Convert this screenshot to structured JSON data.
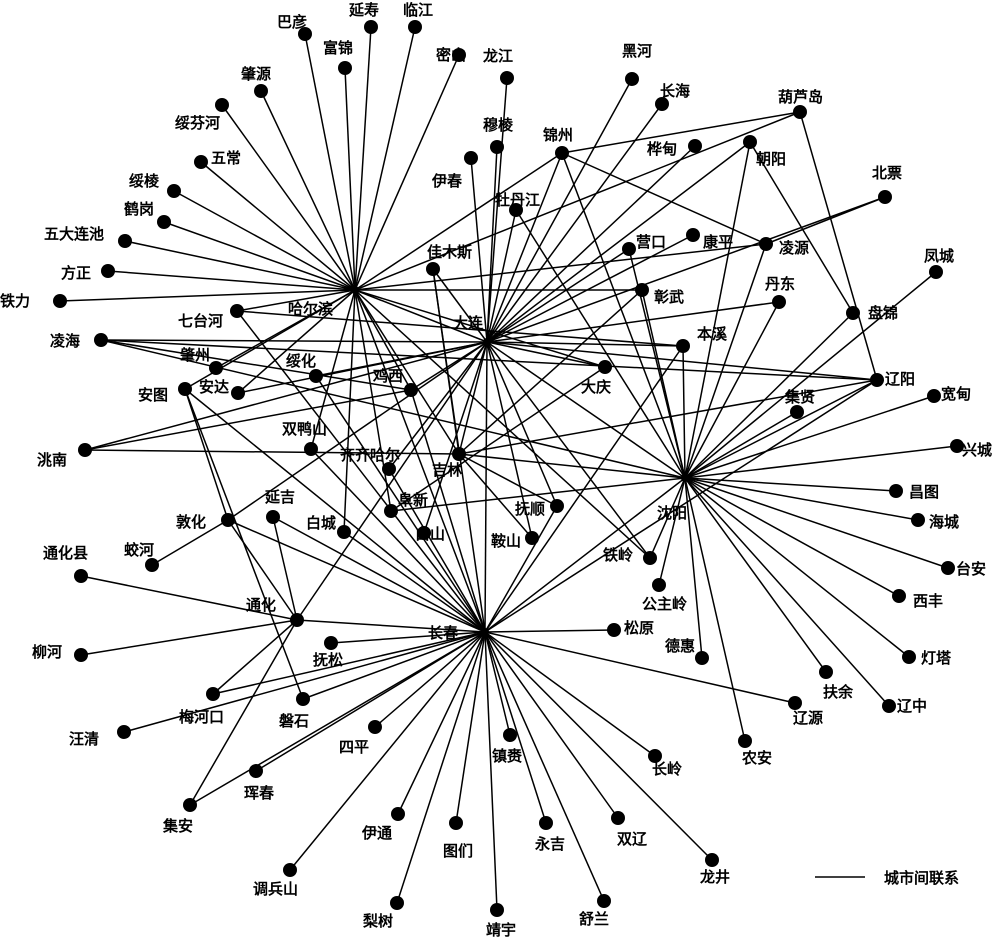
{
  "legend": {
    "label": "城市间联系"
  },
  "cities": [
    {
      "id": "harbin",
      "name": "哈尔滨"
    },
    {
      "id": "dalian",
      "name": "大连"
    },
    {
      "id": "shenyang",
      "name": "沈阳"
    },
    {
      "id": "changchun",
      "name": "长春"
    },
    {
      "id": "bayan",
      "name": "巴彦"
    },
    {
      "id": "yanshou",
      "name": "延寿"
    },
    {
      "id": "linjiang",
      "name": "临江"
    },
    {
      "id": "fujin",
      "name": "富锦"
    },
    {
      "id": "zhaoyuan",
      "name": "肇源"
    },
    {
      "id": "mishan",
      "name": "密山"
    },
    {
      "id": "longjiang",
      "name": "龙江"
    },
    {
      "id": "heihe",
      "name": "黑河"
    },
    {
      "id": "changhai",
      "name": "长海"
    },
    {
      "id": "huludao",
      "name": "葫芦岛"
    },
    {
      "id": "suifenhe",
      "name": "绥芬河"
    },
    {
      "id": "wuchang",
      "name": "五常"
    },
    {
      "id": "suiling",
      "name": "绥棱"
    },
    {
      "id": "hegang",
      "name": "鹤岗"
    },
    {
      "id": "wudalianchi",
      "name": "五大连池"
    },
    {
      "id": "fangzheng",
      "name": "方正"
    },
    {
      "id": "tieli",
      "name": "铁力"
    },
    {
      "id": "yichun",
      "name": "伊春"
    },
    {
      "id": "muling",
      "name": "穆棱"
    },
    {
      "id": "jinzhou",
      "name": "锦州"
    },
    {
      "id": "huadian",
      "name": "桦甸"
    },
    {
      "id": "chaoyang",
      "name": "朝阳"
    },
    {
      "id": "mudanjiang",
      "name": "牡丹江"
    },
    {
      "id": "beipiao",
      "name": "北票"
    },
    {
      "id": "yingkou",
      "name": "营口"
    },
    {
      "id": "kangping",
      "name": "康平"
    },
    {
      "id": "lingyuan",
      "name": "凌源"
    },
    {
      "id": "jiamusi",
      "name": "佳木斯"
    },
    {
      "id": "fengcheng",
      "name": "凤城"
    },
    {
      "id": "zhangwu",
      "name": "彰武"
    },
    {
      "id": "dandong",
      "name": "丹东"
    },
    {
      "id": "qitaihe",
      "name": "七台河"
    },
    {
      "id": "panjin",
      "name": "盘锦"
    },
    {
      "id": "linghai",
      "name": "凌海"
    },
    {
      "id": "benxi",
      "name": "本溪"
    },
    {
      "id": "zhaozhou",
      "name": "肇州"
    },
    {
      "id": "suihua",
      "name": "绥化"
    },
    {
      "id": "jixi",
      "name": "鸡西"
    },
    {
      "id": "daqing",
      "name": "大庆"
    },
    {
      "id": "liaoyang",
      "name": "辽阳"
    },
    {
      "id": "anda",
      "name": "安达"
    },
    {
      "id": "antu",
      "name": "安图"
    },
    {
      "id": "jixian",
      "name": "集贤"
    },
    {
      "id": "kuandian",
      "name": "宽甸"
    },
    {
      "id": "shuangyashan",
      "name": "双鸭山"
    },
    {
      "id": "taonan",
      "name": "洮南"
    },
    {
      "id": "qiqihar",
      "name": "齐齐哈尔"
    },
    {
      "id": "jilin",
      "name": "吉林"
    },
    {
      "id": "xingcheng",
      "name": "兴城"
    },
    {
      "id": "yanji",
      "name": "延吉"
    },
    {
      "id": "fuxin",
      "name": "阜新"
    },
    {
      "id": "fushun",
      "name": "抚顺"
    },
    {
      "id": "changtu",
      "name": "昌图"
    },
    {
      "id": "dunhua",
      "name": "敦化"
    },
    {
      "id": "baicheng",
      "name": "白城"
    },
    {
      "id": "baishan",
      "name": "白山"
    },
    {
      "id": "anshan",
      "name": "鞍山"
    },
    {
      "id": "haicheng",
      "name": "海城"
    },
    {
      "id": "tonghuaxian",
      "name": "通化县"
    },
    {
      "id": "jiaohe",
      "name": "蛟河"
    },
    {
      "id": "tieling",
      "name": "铁岭"
    },
    {
      "id": "taian",
      "name": "台安"
    },
    {
      "id": "gongzhuling",
      "name": "公主岭"
    },
    {
      "id": "xifeng",
      "name": "西丰"
    },
    {
      "id": "tonghua",
      "name": "通化"
    },
    {
      "id": "songyuan",
      "name": "松原"
    },
    {
      "id": "liuhe",
      "name": "柳河"
    },
    {
      "id": "fusong",
      "name": "抚松"
    },
    {
      "id": "dehui",
      "name": "德惠"
    },
    {
      "id": "dengta",
      "name": "灯塔"
    },
    {
      "id": "fuyu",
      "name": "扶余"
    },
    {
      "id": "meihekou",
      "name": "梅河口"
    },
    {
      "id": "liaozhong",
      "name": "辽中"
    },
    {
      "id": "wangqing",
      "name": "汪清"
    },
    {
      "id": "panshi",
      "name": "磐石"
    },
    {
      "id": "liaoyuan",
      "name": "辽源"
    },
    {
      "id": "siping",
      "name": "四平"
    },
    {
      "id": "zhenlai",
      "name": "镇赉"
    },
    {
      "id": "nongan",
      "name": "农安"
    },
    {
      "id": "hunchun",
      "name": "珲春"
    },
    {
      "id": "changling",
      "name": "长岭"
    },
    {
      "id": "jian",
      "name": "集安"
    },
    {
      "id": "yitong",
      "name": "伊通"
    },
    {
      "id": "tumen",
      "name": "图们"
    },
    {
      "id": "yongji",
      "name": "永吉"
    },
    {
      "id": "shuangliao",
      "name": "双辽"
    },
    {
      "id": "longjing",
      "name": "龙井"
    },
    {
      "id": "diaobingshan",
      "name": "调兵山"
    },
    {
      "id": "lishu",
      "name": "梨树"
    },
    {
      "id": "shulan",
      "name": "舒兰"
    },
    {
      "id": "jingyu",
      "name": "靖宇"
    }
  ],
  "links": [
    [
      "harbin",
      "bayan"
    ],
    [
      "harbin",
      "yanshou"
    ],
    [
      "harbin",
      "linjiang"
    ],
    [
      "harbin",
      "fujin"
    ],
    [
      "harbin",
      "zhaoyuan"
    ],
    [
      "harbin",
      "mishan"
    ],
    [
      "harbin",
      "suifenhe"
    ],
    [
      "harbin",
      "wuchang"
    ],
    [
      "harbin",
      "suiling"
    ],
    [
      "harbin",
      "hegang"
    ],
    [
      "harbin",
      "wudalianchi"
    ],
    [
      "harbin",
      "fangzheng"
    ],
    [
      "harbin",
      "tieli"
    ],
    [
      "harbin",
      "qitaihe"
    ],
    [
      "harbin",
      "zhaozhou"
    ],
    [
      "harbin",
      "anda"
    ],
    [
      "harbin",
      "shuangyashan"
    ],
    [
      "harbin",
      "baicheng"
    ],
    [
      "harbin",
      "jixi"
    ],
    [
      "harbin",
      "jilin"
    ],
    [
      "harbin",
      "changchun"
    ],
    [
      "harbin",
      "dalian"
    ],
    [
      "harbin",
      "jinzhou"
    ],
    [
      "harbin",
      "lingyuan"
    ],
    [
      "harbin",
      "huludao"
    ],
    [
      "harbin",
      "zhangwu"
    ],
    [
      "harbin",
      "daqing"
    ],
    [
      "harbin",
      "tieling"
    ],
    [
      "harbin",
      "antu"
    ],
    [
      "harbin",
      "fuxin"
    ],
    [
      "dalian",
      "heihe"
    ],
    [
      "dalian",
      "changhai"
    ],
    [
      "dalian",
      "longjiang"
    ],
    [
      "dalian",
      "yichun"
    ],
    [
      "dalian",
      "muling"
    ],
    [
      "dalian",
      "mudanjiang"
    ],
    [
      "dalian",
      "jinzhou"
    ],
    [
      "dalian",
      "huadian"
    ],
    [
      "dalian",
      "yingkou"
    ],
    [
      "dalian",
      "kangping"
    ],
    [
      "dalian",
      "chaoyang"
    ],
    [
      "dalian",
      "beipiao"
    ],
    [
      "dalian",
      "dandong"
    ],
    [
      "dalian",
      "jiamusi"
    ],
    [
      "dalian",
      "daqing"
    ],
    [
      "dalian",
      "jixi"
    ],
    [
      "dalian",
      "suihua"
    ],
    [
      "dalian",
      "qiqihar"
    ],
    [
      "dalian",
      "baishan"
    ],
    [
      "dalian",
      "anshan"
    ],
    [
      "dalian",
      "fushun"
    ],
    [
      "dalian",
      "tieling"
    ],
    [
      "dalian",
      "dunhua"
    ],
    [
      "dalian",
      "tonghua"
    ],
    [
      "dalian",
      "changchun"
    ],
    [
      "dalian",
      "jilin"
    ],
    [
      "dalian",
      "linghai"
    ],
    [
      "dalian",
      "shenyang"
    ],
    [
      "dalian",
      "liaoyang"
    ],
    [
      "dalian",
      "benxi"
    ],
    [
      "dalian",
      "taonan"
    ],
    [
      "dalian",
      "anda"
    ],
    [
      "shenyang",
      "fengcheng"
    ],
    [
      "shenyang",
      "dandong"
    ],
    [
      "shenyang",
      "panjin"
    ],
    [
      "shenyang",
      "liaoyang"
    ],
    [
      "shenyang",
      "kuandian"
    ],
    [
      "shenyang",
      "xingcheng"
    ],
    [
      "shenyang",
      "changtu"
    ],
    [
      "shenyang",
      "haicheng"
    ],
    [
      "shenyang",
      "taian"
    ],
    [
      "shenyang",
      "xifeng"
    ],
    [
      "shenyang",
      "dengta"
    ],
    [
      "shenyang",
      "liaozhong"
    ],
    [
      "shenyang",
      "fuyu"
    ],
    [
      "shenyang",
      "nongan"
    ],
    [
      "shenyang",
      "gongzhuling"
    ],
    [
      "shenyang",
      "tieling"
    ],
    [
      "shenyang",
      "jixian"
    ],
    [
      "shenyang",
      "jinzhou"
    ],
    [
      "shenyang",
      "lingyuan"
    ],
    [
      "shenyang",
      "jilin"
    ],
    [
      "shenyang",
      "fuxin"
    ],
    [
      "shenyang",
      "dehui"
    ],
    [
      "shenyang",
      "zhangwu"
    ],
    [
      "shenyang",
      "benxi"
    ],
    [
      "shenyang",
      "yingkou"
    ],
    [
      "shenyang",
      "chaoyang"
    ],
    [
      "shenyang",
      "linghai"
    ],
    [
      "shenyang",
      "changchun"
    ],
    [
      "shenyang",
      "mudanjiang"
    ],
    [
      "changchun",
      "jiamusi"
    ],
    [
      "changchun",
      "qitaihe"
    ],
    [
      "changchun",
      "antu"
    ],
    [
      "changchun",
      "dunhua"
    ],
    [
      "changchun",
      "yanji"
    ],
    [
      "changchun",
      "tonghua"
    ],
    [
      "changchun",
      "fusong"
    ],
    [
      "changchun",
      "meihekou"
    ],
    [
      "changchun",
      "panshi"
    ],
    [
      "changchun",
      "siping"
    ],
    [
      "changchun",
      "zhenlai"
    ],
    [
      "changchun",
      "yitong"
    ],
    [
      "changchun",
      "tumen"
    ],
    [
      "changchun",
      "yongji"
    ],
    [
      "changchun",
      "shuangliao"
    ],
    [
      "changchun",
      "longjing"
    ],
    [
      "changchun",
      "diaobingshan"
    ],
    [
      "changchun",
      "lishu"
    ],
    [
      "changchun",
      "jingyu"
    ],
    [
      "changchun",
      "shulan"
    ],
    [
      "changchun",
      "changling"
    ],
    [
      "changchun",
      "liaoyuan"
    ],
    [
      "changchun",
      "songyuan"
    ],
    [
      "changchun",
      "hunchun"
    ],
    [
      "changchun",
      "jian"
    ],
    [
      "changchun",
      "wangqing"
    ],
    [
      "changchun",
      "benxi"
    ],
    [
      "changchun",
      "fushun"
    ],
    [
      "changchun",
      "qiqihar"
    ],
    [
      "changchun",
      "suihua"
    ],
    [
      "changchun",
      "jixi"
    ],
    [
      "changchun",
      "baicheng"
    ],
    [
      "changchun",
      "shuangyashan"
    ],
    [
      "changchun",
      "liaoyang"
    ],
    [
      "tonghua",
      "tonghuaxian"
    ],
    [
      "tonghua",
      "liuhe"
    ],
    [
      "tonghua",
      "meihekou"
    ],
    [
      "tonghua",
      "jian"
    ],
    [
      "tonghua",
      "yanji"
    ],
    [
      "tonghua",
      "dunhua"
    ],
    [
      "jinzhou",
      "huludao"
    ],
    [
      "jinzhou",
      "lingyuan"
    ],
    [
      "lingyuan",
      "beipiao"
    ],
    [
      "chaoyang",
      "panjin"
    ],
    [
      "huludao",
      "liaoyang"
    ],
    [
      "linghai",
      "liaoyang"
    ],
    [
      "linghai",
      "jixi"
    ],
    [
      "taonan",
      "jixi"
    ],
    [
      "taonan",
      "jilin"
    ],
    [
      "jilin",
      "liaoyang"
    ],
    [
      "qitaihe",
      "benxi"
    ],
    [
      "antu",
      "panshi"
    ],
    [
      "antu",
      "dunhua"
    ],
    [
      "dunhua",
      "jiaohe"
    ],
    [
      "jiamusi",
      "jilin"
    ],
    [
      "jilin",
      "fushun"
    ],
    [
      "jilin",
      "anshan"
    ],
    [
      "fuxin",
      "daqing"
    ],
    [
      "jilin",
      "zhangwu"
    ]
  ]
}
